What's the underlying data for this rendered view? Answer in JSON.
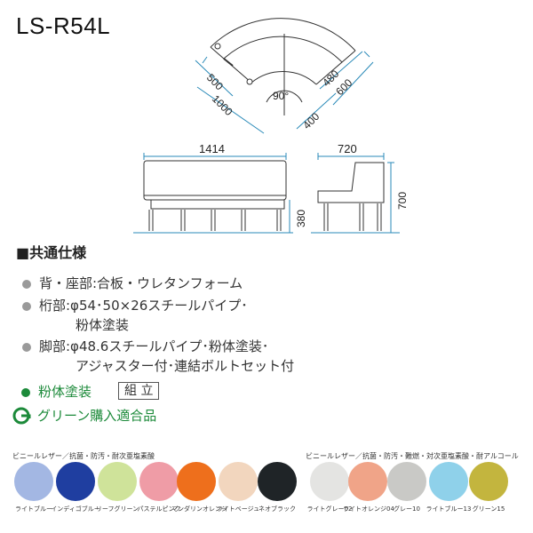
{
  "model": "LS-R54L",
  "diagram": {
    "top": {
      "dims": {
        "d500": "500",
        "d1000": "1000",
        "angle": "90°",
        "d480": "480",
        "d600": "600",
        "d400": "400"
      }
    },
    "front": {
      "width": "1414",
      "seat_height": "380"
    },
    "side": {
      "depth": "720",
      "height": "700"
    }
  },
  "specs": {
    "heading": "■共通仕様",
    "items": [
      {
        "line1": "背・座部:合板・ウレタンフォーム",
        "line2": ""
      },
      {
        "line1": "桁部:φ54･50×26スチールパイプ･",
        "line2": "粉体塗装"
      },
      {
        "line1": "脚部:φ48.6スチールパイプ･粉体塗装･",
        "line2": "アジャスター付･連結ボルトセット付"
      }
    ],
    "powder_coating": "粉体塗装",
    "assembly": "組 立",
    "green_purchase": "グリーン購入適合品"
  },
  "colors": {
    "group1_title": "ビニールレザー／抗菌・防汚・耐次亜塩素酸",
    "group2_title": "ビニールレザー／抗菌・防汚・難燃・対次亜塩素酸・耐アルコール",
    "group1": [
      {
        "name": "ライトブルー",
        "hex": "#a3b7e3"
      },
      {
        "name": "インディゴブルー",
        "hex": "#1f3ea0"
      },
      {
        "name": "リーフグリーン",
        "hex": "#cfe39a"
      },
      {
        "name": "パステルピンク",
        "hex": "#ef9ca6"
      },
      {
        "name": "マンダリンオレンジ",
        "hex": "#ee6f1c"
      },
      {
        "name": "ライトベージュ",
        "hex": "#f2d6be"
      },
      {
        "name": "ネオブラック",
        "hex": "#1f2427"
      }
    ],
    "group2": [
      {
        "name": "ライトグレー02",
        "hex": "#e4e4e2"
      },
      {
        "name": "ライトオレンジ04",
        "hex": "#f0a488"
      },
      {
        "name": "グレー10",
        "hex": "#c9c9c6"
      },
      {
        "name": "ライトブルー13",
        "hex": "#8fd1ea"
      },
      {
        "name": "グリーン15",
        "hex": "#c3b53e"
      }
    ]
  }
}
